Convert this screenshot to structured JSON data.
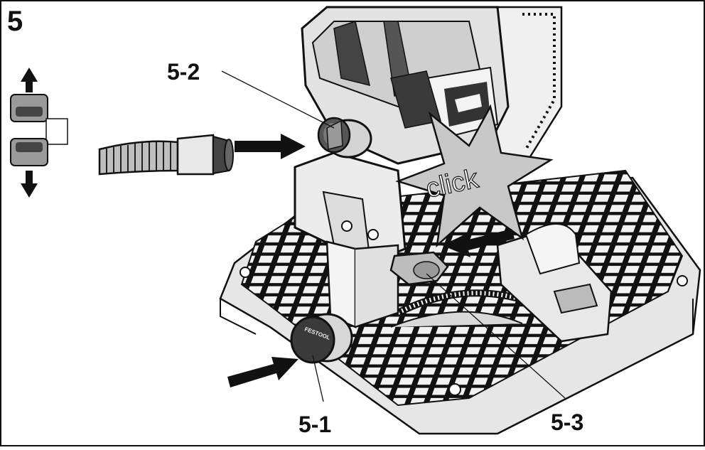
{
  "figure": {
    "number": "5",
    "callouts": {
      "c1": "5-1",
      "c2": "5-2",
      "c3": "5-3"
    },
    "click_text": "click",
    "colors": {
      "ink": "#111111",
      "grid_fill": "#f2f2f2",
      "body_gray": "#d9d9d9",
      "dark_gray": "#333333",
      "starburst": "#c8c8c8"
    }
  }
}
